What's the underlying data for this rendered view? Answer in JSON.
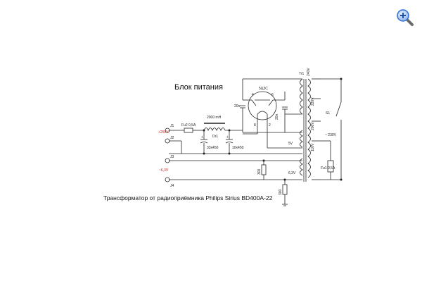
{
  "viewer": {
    "zoom_icon": "magnifier-plus-icon",
    "accent_color": "#2a6fd6"
  },
  "diagram": {
    "title": "Блок питания",
    "caption": "Трансформатор от радиоприёмника Philips Sirius BD400A-22",
    "labels": {
      "tube": "5Ц3С",
      "transformer": "Tr1",
      "choke_value": "2000 mH",
      "choke_ref": "Dr1",
      "fuse2": "Fu2 0,5A",
      "fuse1": "Fu1 0,5A",
      "cap_20n_a": "20n",
      "cap_20n_b": "20n",
      "cap1": "33x450",
      "cap2": "10x450",
      "j1": "J1",
      "j2": "J2",
      "j3": "J3",
      "j4": "J4",
      "plus_250": "+250V",
      "ac_63": "~6,3V",
      "res_a": "300",
      "res_b": "300",
      "v5": "5V",
      "v63": "6,3V",
      "w240": "240V",
      "w220": "220V",
      "w200": "200V",
      "w110": "110V",
      "switch": "S1",
      "mains": "~ 230V",
      "pin4": "4",
      "pin6": "6",
      "pin2": "2",
      "pin8": "8",
      "plus_sign": "+"
    },
    "colors": {
      "line": "#222222",
      "voltage_red": "#cc2222"
    }
  }
}
